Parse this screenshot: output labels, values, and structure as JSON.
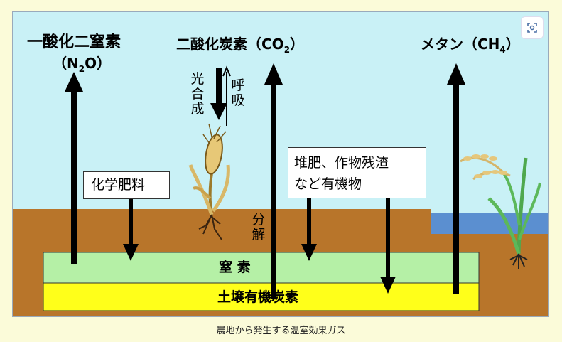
{
  "figure": {
    "n2o": {
      "line1": "一酸化二窒素",
      "open": "（N",
      "sub": "2",
      "close": "O）"
    },
    "co2": {
      "main": "二酸化炭素（CO",
      "sub": "2",
      "close": "）"
    },
    "ch4": {
      "main": "メタン（CH",
      "sub": "4",
      "close": "）"
    },
    "photosynthesis": "光合成",
    "respiration": "呼吸",
    "decomposition": "分解",
    "fertilizer": "化学肥料",
    "organic_matter": {
      "line1": "堆肥、作物残渣",
      "line2": "など有機物"
    },
    "nitrogen_layer": "窒 素",
    "soil_carbon_layer": "土壌有機炭素"
  },
  "caption": "農地から発生する温室効果ガス",
  "expand_icon": "expand-icon",
  "colors": {
    "sky": "#c9f1f6",
    "soil": "#b8752a",
    "water": "#5b8fd0",
    "nitrogen_layer": "#b5f0a6",
    "carbon_layer": "#ffff1a"
  }
}
